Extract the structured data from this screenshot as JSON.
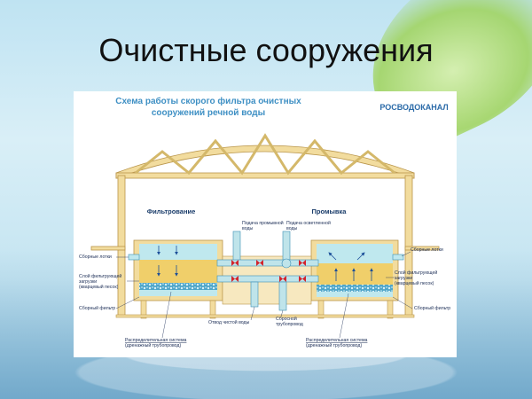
{
  "slide": {
    "title": "Очистные сооружения"
  },
  "diagram": {
    "title_line1": "Схема работы скорого фильтра очистных",
    "title_line2": "сооружений речной воды",
    "brand": "РОСВОДОКАНАЛ",
    "section_left": "Фильтрование",
    "section_right": "Промывка",
    "labels": {
      "wash_water_1": "Подача промывной",
      "wash_water_2": "воды",
      "clarified_water_1": "Подача осветленной",
      "clarified_water_2": "воды",
      "trays_left": "Сборные лотки",
      "trays_right": "Сборные лотки",
      "layer_left_1": "Слой фильтрующей",
      "layer_left_2": "загрузки",
      "layer_left_3": "(кварцевый песок)",
      "layer_right_1": "Слой фильтрующей",
      "layer_right_2": "загрузки",
      "layer_right_3": "(кварцевый песок)",
      "collector_left": "Сборный фильтр",
      "collector_right": "Сборный фильтр",
      "clean_water": "Отвод чистой воды",
      "drain_1": "Сбросной",
      "drain_2": "трубопровод",
      "dist_left_1": "Распределительная система",
      "dist_left_2": "(дренажный трубопровод)",
      "dist_right_1": "Распределительная система",
      "dist_right_2": "(дренажный трубопровод)"
    },
    "colors": {
      "structure": "#f2dc9e",
      "structure_stroke": "#b9954a",
      "water": "#bfe8ee",
      "sand": "#f0cf6a",
      "drain": "#4fa6c9",
      "pipe": "#bfe4ea",
      "valve": "#d3232b",
      "arrow": "#1c4f99"
    }
  }
}
